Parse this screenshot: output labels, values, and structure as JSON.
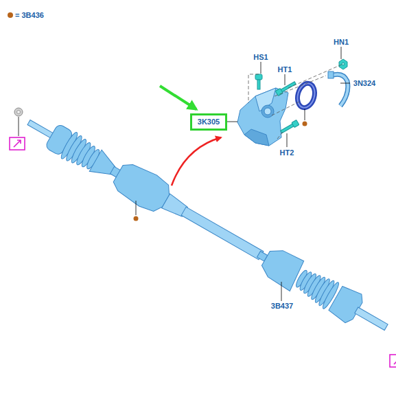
{
  "diagram": {
    "nodes": [
      {
        "text": [
          "3K305"
        ]
      }
    ],
    "labels": [
      "HS1",
      "HN1",
      "HT1",
      "3N324",
      "HT2",
      "3B437"
    ],
    "legend": [
      {
        "text": "= 3B436",
        "color": "#b8651b"
      }
    ]
  }
}
